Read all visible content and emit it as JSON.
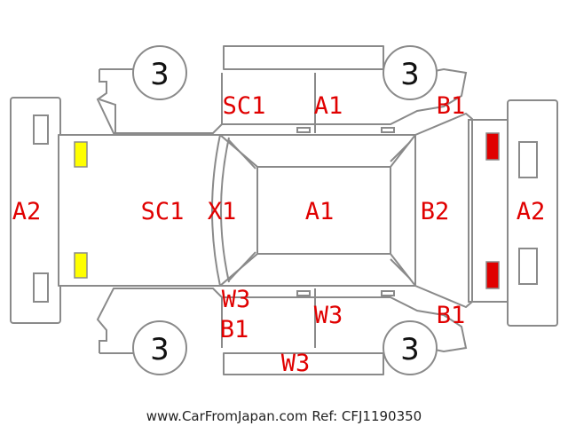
{
  "labels": {
    "sc1_top": "SC1",
    "a1_top": "A1",
    "b1_top_right": "B1",
    "a2_left": "A2",
    "sc1_center": "SC1",
    "x1": "X1",
    "a1_center": "A1",
    "b2": "B2",
    "a2_right": "A2",
    "w3_left": "W3",
    "b1_left": "B1",
    "w3_mid": "W3",
    "b1_bottom_right": "B1",
    "w3_bottom": "W3"
  },
  "wheels": {
    "front_left": "3",
    "rear_left": "3",
    "front_right": "3",
    "rear_right": "3"
  },
  "footer": "www.CarFromJapan.com Ref: CFJ1190350",
  "colors": {
    "label_red": "#e00000",
    "outline_grey": "#8a8a8a",
    "headlight_yellow": "#ffff00",
    "taillight_red": "#e00000"
  }
}
